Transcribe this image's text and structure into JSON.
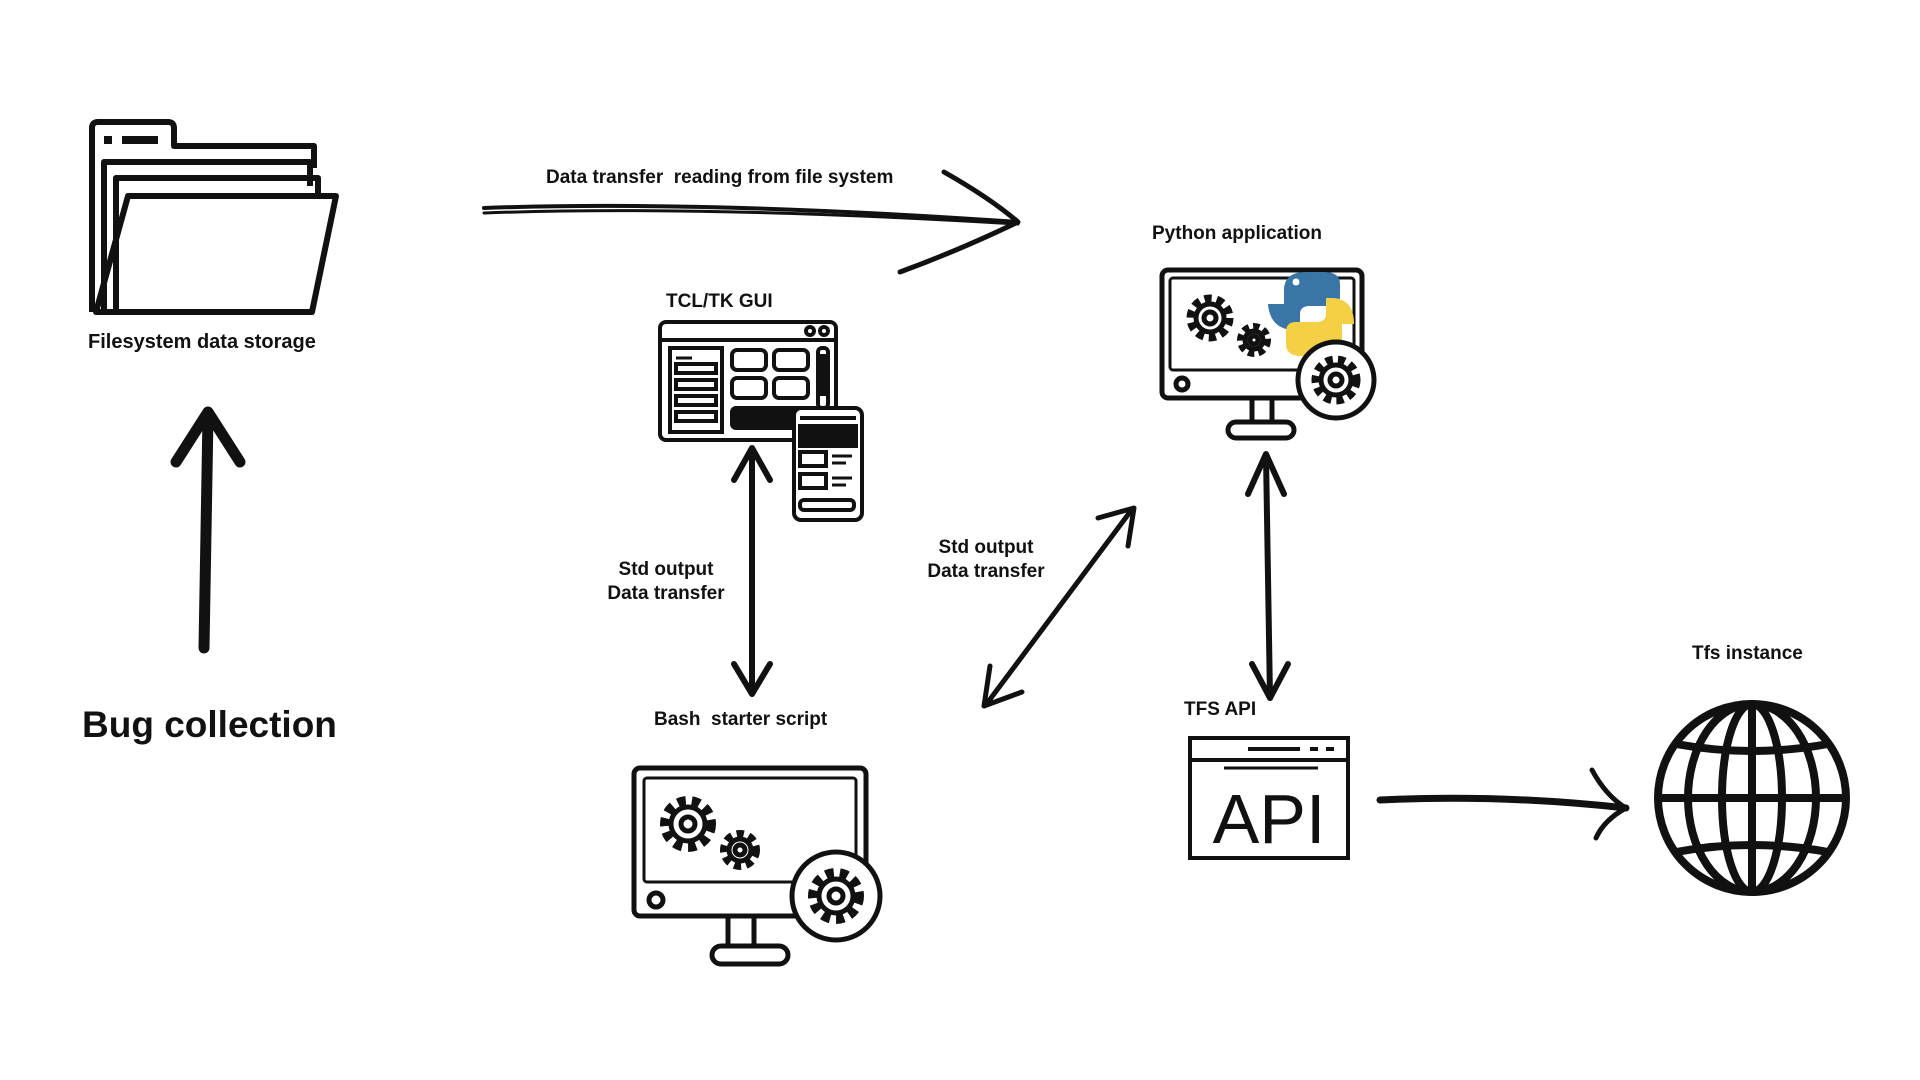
{
  "diagram": {
    "title": "Bug collection",
    "nodes": {
      "filesystem": {
        "label": "Filesystem data storage"
      },
      "tcl_gui": {
        "label": "TCL/TK GUI"
      },
      "python_app": {
        "label": "Python application"
      },
      "bash_script": {
        "label": "Bash  starter script"
      },
      "tfs_api": {
        "label": "TFS API",
        "icon_text": "API"
      },
      "tfs_instance": {
        "label": "Tfs instance"
      }
    },
    "edges": {
      "fs_to_python": {
        "label": "Data transfer  reading from file system"
      },
      "gui_bash": {
        "line1": "Std output",
        "line2": "Data transfer"
      },
      "bash_python": {
        "line1": "Std output",
        "line2": "Data transfer"
      }
    }
  },
  "colors": {
    "ink": "#111111",
    "python_blue": "#3a75a8",
    "python_yellow": "#f5cf45"
  }
}
